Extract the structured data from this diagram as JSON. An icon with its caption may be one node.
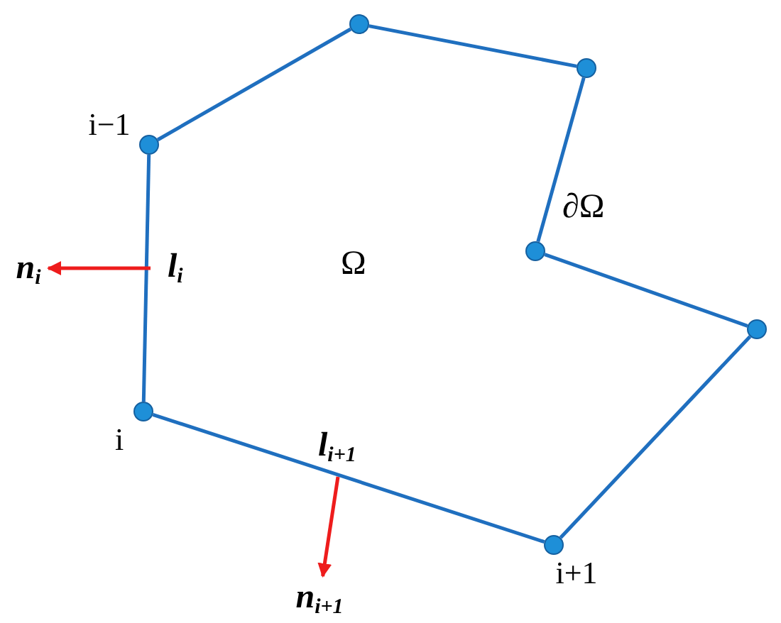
{
  "diagram": {
    "nodes": [
      {
        "text": [],
        "shape": "circle",
        "beside": [
          "i−1"
        ]
      },
      {
        "text": [],
        "shape": "circle"
      },
      {
        "text": [],
        "shape": "circle"
      },
      {
        "text": [],
        "shape": "circle"
      },
      {
        "text": [],
        "shape": "circle"
      },
      {
        "text": [],
        "shape": "circle",
        "beside": [
          "i+1"
        ]
      },
      {
        "text": [],
        "shape": "circle",
        "beside": [
          "i"
        ]
      },
      {
        "text": [
          "n$_{i}$"
        ]
      },
      {
        "text": [
          "n$_{i+1}$"
        ]
      }
    ],
    "edges": [
      {
        "from": 0,
        "to": 1,
        "arrow": "none"
      },
      {
        "from": 1,
        "to": 2,
        "arrow": "none"
      },
      {
        "from": 2,
        "to": 3,
        "arrow": "none"
      },
      {
        "from": 3,
        "to": 4,
        "arrow": "none"
      },
      {
        "from": 4,
        "to": 5,
        "arrow": "none"
      },
      {
        "from": 5,
        "to": 6,
        "arrow": "none"
      },
      {
        "from": 6,
        "to": 0,
        "arrow": "none"
      },
      {
        "from": null,
        "to": 7,
        "arrow": "to",
        "color": "#ee1c1c"
      },
      {
        "from": null,
        "to": 8,
        "arrow": "to",
        "color": "#ee1c1c"
      }
    ],
    "labels": [
      "∂Ω",
      "l$_{i}$",
      "Ω",
      "l$_{i+1}$"
    ]
  }
}
